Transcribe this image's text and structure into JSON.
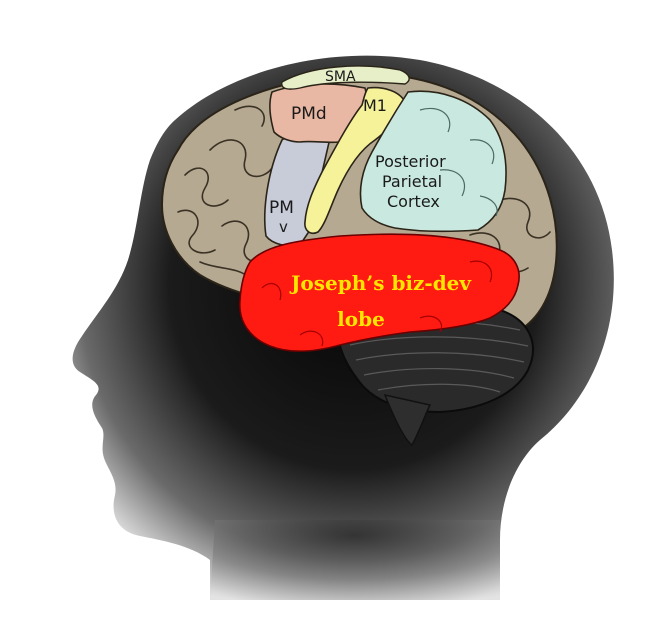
{
  "regions": {
    "sma": {
      "label": "SMA",
      "color": "#e6efc8"
    },
    "pmd": {
      "label": "PMd",
      "color": "#e8b8a4"
    },
    "pmv": {
      "label_line1": "PM",
      "label_line2": "v",
      "color": "#c8cbd8"
    },
    "m1": {
      "label": "M1",
      "color": "#f6f29a"
    },
    "ppc": {
      "label_line1": "Posterior",
      "label_line2": "Parietal",
      "label_line3": "Cortex",
      "color": "#c9e8e0"
    },
    "biz_dev": {
      "label_line1": "Joseph’s biz-dev",
      "label_line2": "lobe",
      "color": "#ff1a12",
      "text_color": "#ffe600"
    }
  },
  "colors": {
    "brain": "#b6a992",
    "head_dark": "#111111",
    "cerebellum": "#2a2a2a"
  }
}
